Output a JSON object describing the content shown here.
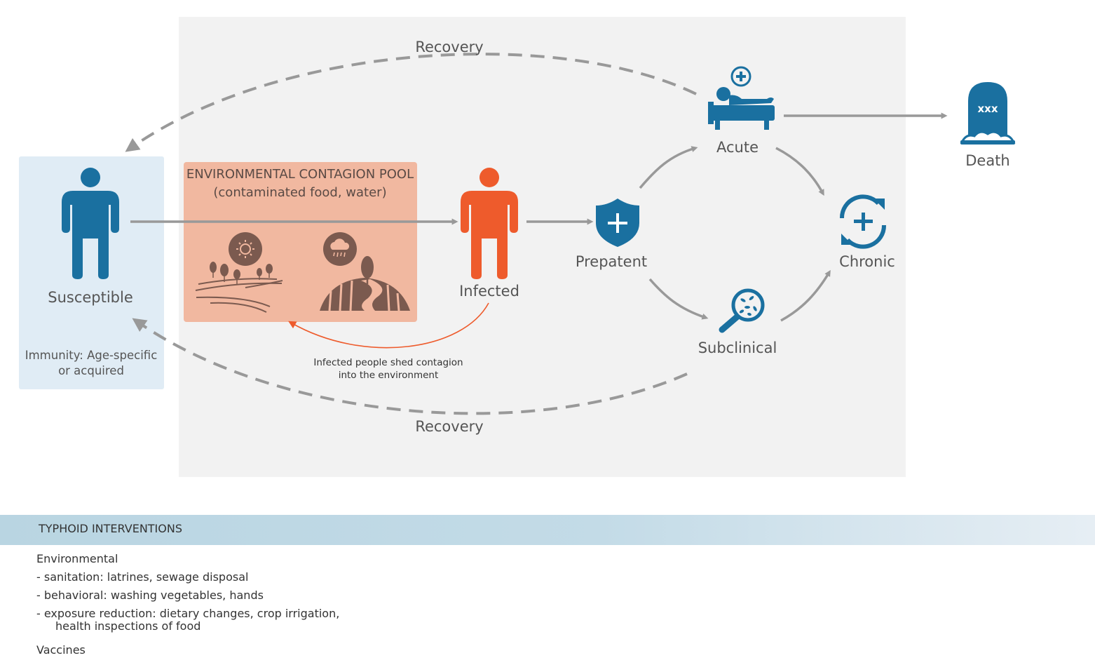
{
  "colors": {
    "blue": "#1a70a0",
    "orange": "#ee5b2c",
    "gray_arrow": "#999999",
    "brown": "#7b5a4f",
    "pool_fill": "#f1b8a0",
    "susceptible_bg": "#e0ecf5",
    "panel_bg": "#f2f2f2"
  },
  "nodes": {
    "susceptible": "Susceptible",
    "immunity": [
      "Immunity: Age-specific",
      "or acquired"
    ],
    "pool_title": "ENVIRONMENTAL CONTAGION POOL",
    "pool_subtitle": "(contaminated food, water)",
    "infected": "Infected",
    "prepatent": "Prepatent",
    "acute": "Acute",
    "subclinical": "Subclinical",
    "chronic": "Chronic",
    "death": "Death"
  },
  "edges": {
    "recovery_top": "Recovery",
    "recovery_bottom": "Recovery",
    "shed": [
      "Infected people shed contagion",
      "into the environment"
    ]
  },
  "icons": {
    "susceptible": "person-icon",
    "infected": "person-icon",
    "sun": "sun-icon",
    "rain": "rain-cloud-icon",
    "prepatent": "shield-plus-icon",
    "acute": "hospital-bed-icon",
    "subclinical": "magnifier-bacteria-icon",
    "chronic": "cycle-plus-icon",
    "death": "tombstone-icon"
  },
  "interventions": {
    "title": "TYPHOID INTERVENTIONS",
    "environmental_heading": "Environmental",
    "items": [
      "- sanitation: latrines, sewage disposal",
      "- behavioral: washing vegetables, hands",
      "- exposure reduction: dietary changes, crop irrigation,"
    ],
    "continuation": "health inspections of food",
    "vaccines_heading": "Vaccines"
  }
}
